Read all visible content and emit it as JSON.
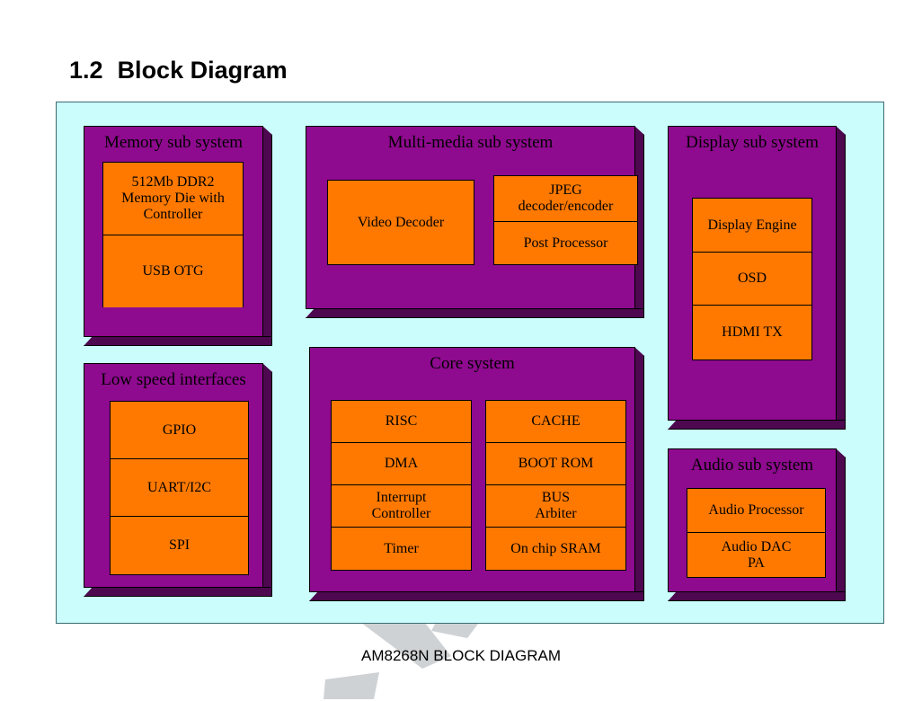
{
  "page": {
    "section_number": "1.2",
    "title": "Block Diagram",
    "caption": "AM8268N BLOCK DIAGRAM"
  },
  "colors": {
    "canvas_background": "#ccfdfd",
    "canvas_border": "#3a6b72",
    "group_face": "#8e0a8e",
    "group_shadow": "#4d084f",
    "block_fill": "#ff7900",
    "block_border": "#000000",
    "text": "#000000",
    "watermark": "#cfd2d4"
  },
  "diagram": {
    "type": "block-diagram",
    "groups": [
      {
        "id": "memory-sub-system",
        "title": "Memory sub system",
        "blocks": [
          {
            "id": "ddr2-memory-die",
            "label": "512Mb DDR2\nMemory Die with\nController"
          },
          {
            "id": "usb-otg",
            "label": "USB OTG"
          }
        ]
      },
      {
        "id": "multi-media-sub-system",
        "title": "Multi-media sub system",
        "columns": [
          {
            "id": "mm-col-left",
            "blocks": [
              {
                "id": "video-decoder",
                "label": "Video Decoder"
              }
            ]
          },
          {
            "id": "mm-col-right",
            "blocks": [
              {
                "id": "jpeg-decoder-encoder",
                "label": "JPEG\ndecoder/encoder"
              },
              {
                "id": "post-processor",
                "label": "Post Processor"
              }
            ]
          }
        ]
      },
      {
        "id": "display-sub-system",
        "title": "Display sub system",
        "blocks": [
          {
            "id": "display-engine",
            "label": "Display Engine"
          },
          {
            "id": "osd",
            "label": "OSD"
          },
          {
            "id": "hdmi-tx",
            "label": "HDMI TX"
          }
        ]
      },
      {
        "id": "low-speed-interfaces",
        "title": "Low speed interfaces",
        "blocks": [
          {
            "id": "gpio",
            "label": "GPIO"
          },
          {
            "id": "uart-i2c",
            "label": "UART/I2C"
          },
          {
            "id": "spi",
            "label": "SPI"
          }
        ]
      },
      {
        "id": "core-system",
        "title": "Core system",
        "columns": [
          {
            "id": "core-col-left",
            "blocks": [
              {
                "id": "risc",
                "label": "RISC"
              },
              {
                "id": "dma",
                "label": "DMA"
              },
              {
                "id": "interrupt-controller",
                "label": "Interrupt\nController"
              },
              {
                "id": "timer",
                "label": "Timer"
              }
            ]
          },
          {
            "id": "core-col-right",
            "blocks": [
              {
                "id": "cache",
                "label": "CACHE"
              },
              {
                "id": "boot-rom",
                "label": "BOOT ROM"
              },
              {
                "id": "bus-arbiter",
                "label": "BUS\nArbiter"
              },
              {
                "id": "on-chip-sram",
                "label": "On chip SRAM"
              }
            ]
          }
        ]
      },
      {
        "id": "audio-sub-system",
        "title": "Audio sub system",
        "blocks": [
          {
            "id": "audio-processor",
            "label": "Audio Processor"
          },
          {
            "id": "audio-dac-pa",
            "label": "Audio DAC\nPA"
          }
        ]
      }
    ]
  }
}
